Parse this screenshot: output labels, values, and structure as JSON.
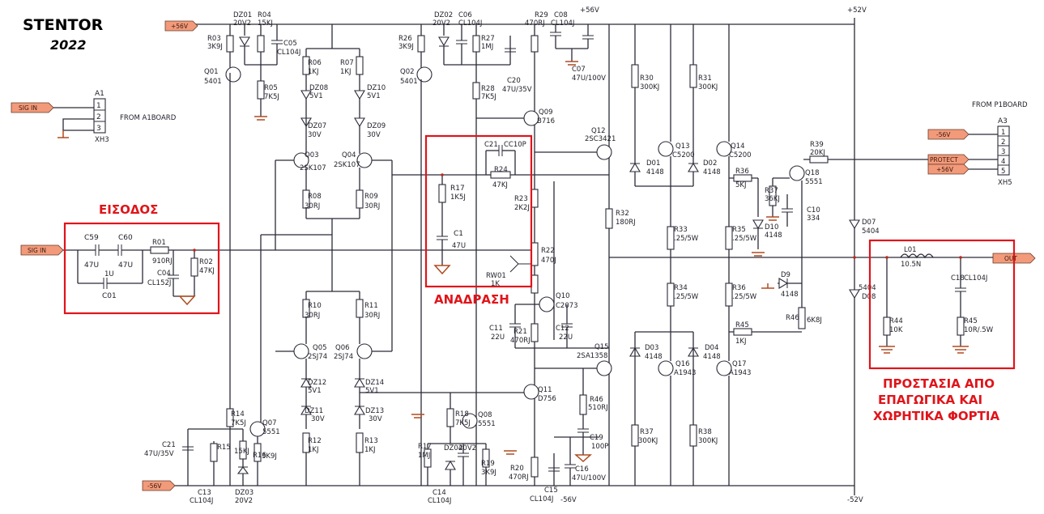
{
  "brand": {
    "name": "STENTOR",
    "year": "2022"
  },
  "annotations": {
    "input": "ΕΙΣΟΔΟΣ",
    "feedback": "ΑΝΑΔΡΑΣΗ",
    "protection_line1": "ΠΡΟΣΤΑΣΙΑ ΑΠΟ",
    "protection_line2": "ΕΠΑΓΩΓΙΚΑ ΚΑΙ",
    "protection_line3": "ΧΩΡΗΤΙΚΑ ΦΟΡΤΙΑ"
  },
  "net_tags": {
    "plus56_top_left": "+56V",
    "sig_in_a1": "SIG IN",
    "sig_in_main": "SIG IN",
    "minus56_bottom_left": "-56V",
    "out": "OUT",
    "minus56_a3": "-56V",
    "protect": "PROTECT",
    "plus56_a3": "+56V"
  },
  "rail_labels": {
    "plus56_c08": "+56V",
    "plus52_top": "+52V",
    "minus56_c15": "-56V",
    "minus52_bottom": "-52V"
  },
  "connectors": {
    "a1": {
      "ref": "A1",
      "type": "XH3",
      "note": "FROM A1BOARD",
      "pins": [
        "1",
        "2",
        "3"
      ]
    },
    "a3": {
      "ref": "A3",
      "type": "XH5",
      "note": "FROM P1BOARD",
      "pins": [
        "1",
        "2",
        "3",
        "4",
        "5"
      ]
    }
  },
  "components": {
    "dz01": [
      "DZ01",
      "20V2"
    ],
    "r04": [
      "R04",
      "15KJ"
    ],
    "c05": [
      "C05",
      "CL104J"
    ],
    "r03": [
      "R03",
      "3K9J"
    ],
    "q01": [
      "Q01",
      "5401"
    ],
    "r05": [
      "R05",
      "7K5J"
    ],
    "r06": [
      "R06",
      "1KJ"
    ],
    "r07": [
      "R07",
      "1KJ"
    ],
    "dz08": [
      "DZ08",
      "5V1"
    ],
    "dz10": [
      "DZ10",
      "5V1"
    ],
    "dz07": [
      "DZ07",
      "30V"
    ],
    "dz09": [
      "DZ09",
      "30V"
    ],
    "q03": [
      "Q03",
      "2SK107"
    ],
    "q04": [
      "Q04",
      "2SK107"
    ],
    "r08": [
      "R08",
      "30RJ"
    ],
    "r09": [
      "R09",
      "30RJ"
    ],
    "c59": [
      "C59",
      "47U"
    ],
    "c60": [
      "C60",
      "47U"
    ],
    "r01": [
      "R01",
      "910RJ"
    ],
    "r02": [
      "R02",
      "47KJ"
    ],
    "c01": [
      "C01",
      "1U"
    ],
    "c04": [
      "C04",
      "CL152J"
    ],
    "r10": [
      "R10",
      "30RJ"
    ],
    "r11": [
      "R11",
      "30RJ"
    ],
    "q05": [
      "Q05",
      "2SJ74"
    ],
    "q06": [
      "Q06",
      "2SJ74"
    ],
    "dz12": [
      "DZ12",
      "5V1"
    ],
    "dz14": [
      "DZ14",
      "5V1"
    ],
    "dz11": [
      "DZ11",
      "30V"
    ],
    "dz13": [
      "DZ13",
      "30V"
    ],
    "r12": [
      "R12",
      "1KJ"
    ],
    "r13": [
      "R13",
      "1KJ"
    ],
    "r14": [
      "R14",
      "7K5J"
    ],
    "q07": [
      "Q07",
      "5551"
    ],
    "r15": [
      "R15",
      "15KJ"
    ],
    "r16": [
      "R16",
      "3K9J"
    ],
    "c21b": [
      "C21",
      "47U/35V"
    ],
    "c13": [
      "C13",
      "CL104J"
    ],
    "dz03": [
      "DZ03",
      "20V2"
    ],
    "dz02": [
      "DZ02",
      "20V2"
    ],
    "c06": [
      "C06",
      "CL104J"
    ],
    "r26": [
      "R26",
      "3K9J"
    ],
    "r27": [
      "R27",
      "1MJ"
    ],
    "q02": [
      "Q02",
      "5401"
    ],
    "r28": [
      "R28",
      "7K5J"
    ],
    "c20": [
      "C20",
      "47U/35V"
    ],
    "r29": [
      "R29",
      "470RJ"
    ],
    "c08": [
      "C08",
      "CL104J"
    ],
    "c07": [
      "C07",
      "47U/100V"
    ],
    "q09": [
      "Q09",
      "B716"
    ],
    "c21": [
      "C21",
      "CC10P"
    ],
    "r24": [
      "R24",
      "47KJ"
    ],
    "r17f": [
      "R17",
      "1K5J"
    ],
    "c1": [
      "C1",
      "47U"
    ],
    "r23": [
      "R23",
      "2K2J"
    ],
    "r22": [
      "R22",
      "470J"
    ],
    "rw01": [
      "RW01",
      "1K"
    ],
    "q10": [
      "Q10",
      "C2073"
    ],
    "c11": [
      "C11",
      "22U"
    ],
    "c12": [
      "C12",
      "22U"
    ],
    "r21": [
      "R21",
      "470RJ"
    ],
    "r18": [
      "R18",
      "7K5J"
    ],
    "q08": [
      "Q08",
      "5551"
    ],
    "r17": [
      "R17",
      "1MJ"
    ],
    "dz04": [
      "DZ04",
      "20V2"
    ],
    "r19": [
      "R19",
      "3K9J"
    ],
    "c14": [
      "C14",
      "CL104J"
    ],
    "q11": [
      "Q11",
      "D756"
    ],
    "r20": [
      "R20",
      "470RJ"
    ],
    "c16": [
      "C16",
      "47U/100V"
    ],
    "c15": [
      "C15",
      "CL104J"
    ],
    "r46a": [
      "R46",
      "510RJ"
    ],
    "c19": [
      "C19",
      "100P"
    ],
    "q12": [
      "Q12",
      "2SC3421"
    ],
    "q15": [
      "Q15",
      "2SA1358"
    ],
    "r32": [
      "R32",
      "180RJ"
    ],
    "r30": [
      "R30",
      "300KJ"
    ],
    "r31": [
      "R31",
      "300KJ"
    ],
    "q13": [
      "Q13",
      "C5200"
    ],
    "q14": [
      "Q14",
      "C5200"
    ],
    "d01": [
      "D01",
      "4148"
    ],
    "d02": [
      "D02",
      "4148"
    ],
    "r33": [
      "R33",
      ".25/5W"
    ],
    "r35": [
      "R35",
      ".25/5W"
    ],
    "r34": [
      "R34",
      ".25/5W"
    ],
    "r36": [
      "R36",
      ".25/5W"
    ],
    "d03": [
      "D03",
      "4148"
    ],
    "d04": [
      "D04",
      "4148"
    ],
    "q16": [
      "Q16",
      "A1943"
    ],
    "q17": [
      "Q17",
      "A1943"
    ],
    "r37": [
      "R37",
      "300KJ"
    ],
    "r38": [
      "R38",
      "300KJ"
    ],
    "r39": [
      "R39",
      "20KJ"
    ],
    "q18": [
      "Q18",
      "5551"
    ],
    "r36b": [
      "R36",
      "5KJ"
    ],
    "r37b": [
      "R37",
      "36KJ"
    ],
    "d10": [
      "D10",
      "4148"
    ],
    "c10": [
      "C10",
      "334"
    ],
    "d9": [
      "D9",
      "4148"
    ],
    "r45b": [
      "R45",
      "1KJ"
    ],
    "r46b": [
      "R46",
      "6K8J"
    ],
    "d07": [
      "D07",
      "5404"
    ],
    "d08": [
      "5404",
      "D08"
    ],
    "l01": [
      "L01",
      "10.5N"
    ],
    "c18": [
      "C18",
      "CL104J"
    ],
    "r44": [
      "R44",
      "10K"
    ],
    "r45": [
      "R45",
      "10R/.5W"
    ]
  }
}
